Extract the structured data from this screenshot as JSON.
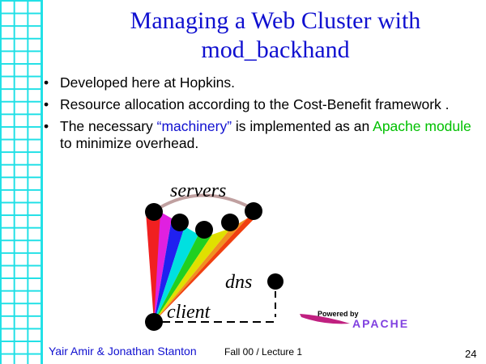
{
  "title_line1": "Managing a Web Cluster with",
  "title_line2": "mod_backhand",
  "bullets": [
    {
      "text": "Developed here at Hopkins."
    },
    {
      "text": "Resource allocation according to the Cost-Benefit framework ."
    },
    {
      "pre": "The necessary ",
      "hl1": "“machinery”",
      "mid": " is implemented as an ",
      "hl2": "Apache module",
      "post": " to minimize overhead."
    }
  ],
  "diagram": {
    "servers": "servers",
    "dns": "dns",
    "client": "client",
    "powered_by": "Powered by",
    "apache": "APACHE"
  },
  "footer": {
    "authors": "Yair Amir & Jonathan Stanton",
    "course": "Fall 00 / Lecture 1",
    "page": "24"
  },
  "colors": {
    "title": "#1010d0",
    "grid": "#1fe0e6",
    "highlight_green": "#00c000"
  }
}
